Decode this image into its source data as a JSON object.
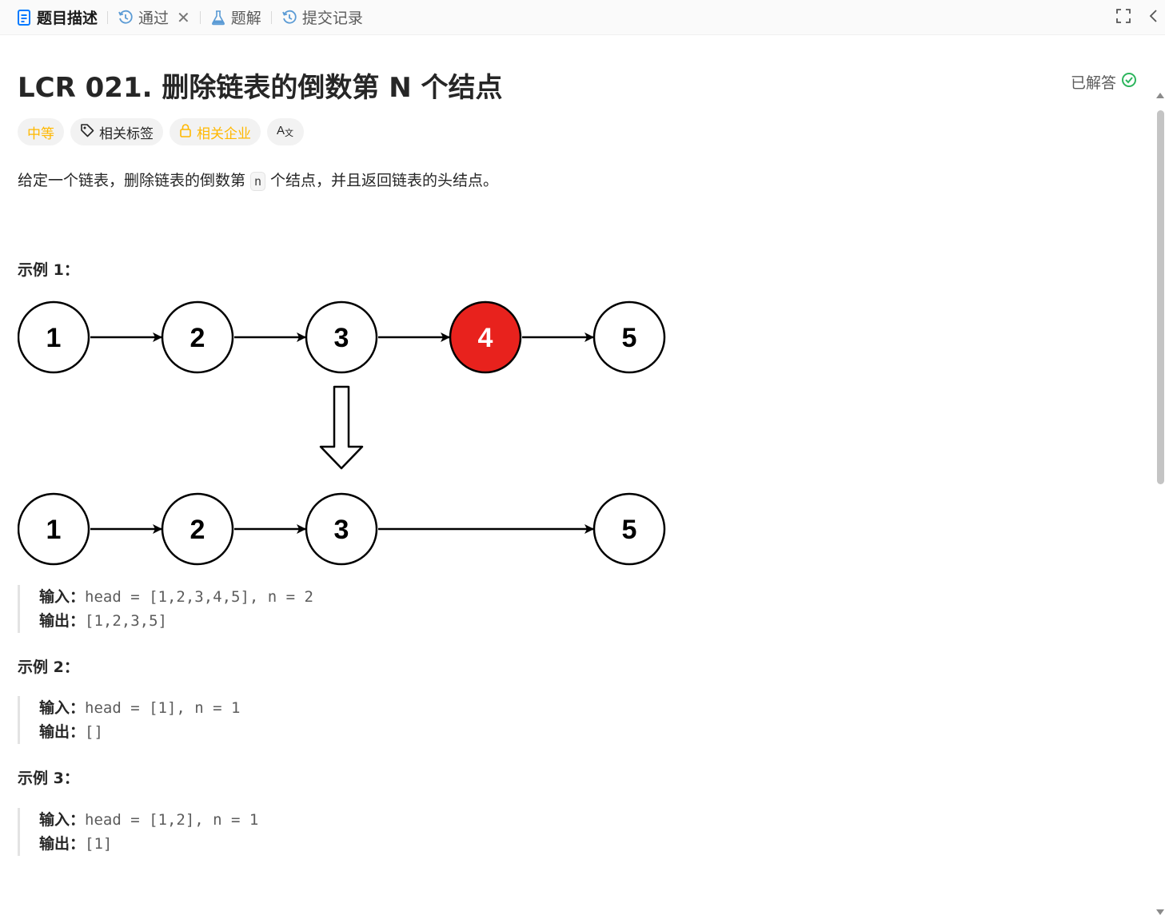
{
  "tabs": [
    {
      "label": "题目描述",
      "icon": "document-icon",
      "active": true
    },
    {
      "label": "通过",
      "icon": "history-icon",
      "closable": true
    },
    {
      "label": "题解",
      "icon": "flask-icon"
    },
    {
      "label": "提交记录",
      "icon": "history-icon"
    }
  ],
  "problem": {
    "title": "LCR 021. 删除链表的倒数第 N 个结点",
    "status": "已解答",
    "difficulty": "中等",
    "tag_related": "相关标签",
    "tag_company": "相关企业",
    "translate_label": "A文",
    "desc_before": "给定一个链表，删除链表的倒数第",
    "desc_code": "n",
    "desc_after": "个结点，并且返回链表的头结点。"
  },
  "diagram": {
    "top_nodes": [
      "1",
      "2",
      "3",
      "4",
      "5"
    ],
    "bottom_nodes": [
      "1",
      "2",
      "3",
      "5"
    ],
    "removed_node": "4"
  },
  "examples": [
    {
      "heading": "示例 1：",
      "input_label": "输入：",
      "input": "head = [1,2,3,4,5], n = 2",
      "output_label": "输出：",
      "output": "[1,2,3,5]"
    },
    {
      "heading": "示例 2：",
      "input_label": "输入：",
      "input": "head = [1], n = 1",
      "output_label": "输出：",
      "output": "[]"
    },
    {
      "heading": "示例 3：",
      "input_label": "输入：",
      "input": "head = [1,2], n = 1",
      "output_label": "输出：",
      "output": "[1]"
    }
  ],
  "colors": {
    "accent": "#ffb800",
    "success": "#2db55d",
    "removed_node": "#e8221d",
    "link_blue": "#007aff"
  }
}
